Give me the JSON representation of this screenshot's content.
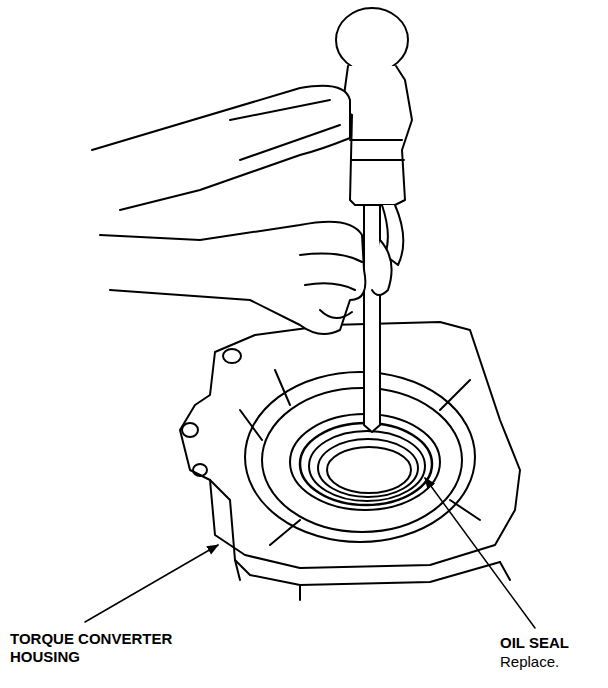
{
  "diagram": {
    "labels": [
      "TORQUE CONVERTER HOUSING",
      "OIL SEAL",
      "Replace."
    ]
  }
}
